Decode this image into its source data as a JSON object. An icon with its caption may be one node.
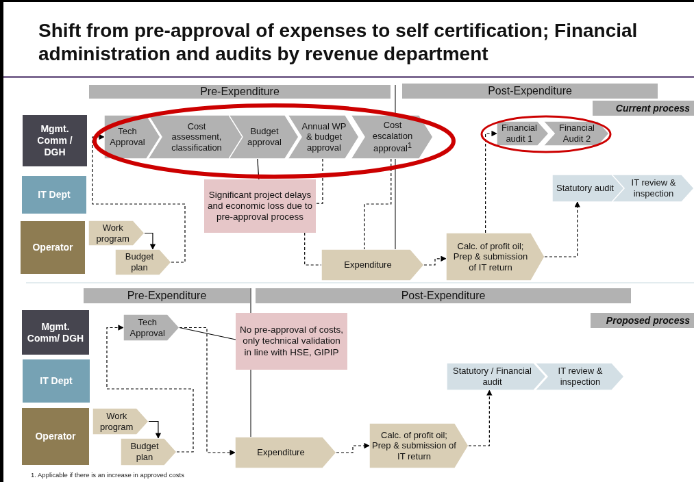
{
  "diagram": {
    "title": "Shift from pre-approval of expenses to self certification; Financial administration and audits by revenue department",
    "nodes": [
      {
        "text": [
          "Pre-Expenditure"
        ]
      },
      {
        "text": [
          "Post-Expenditure"
        ]
      },
      {
        "text": [
          "Current process"
        ]
      },
      {
        "text": [
          "Mgmt. Comm / DGH"
        ]
      },
      {
        "text": [
          "IT Dept"
        ]
      },
      {
        "text": [
          "Operator"
        ]
      },
      {
        "text": [
          "Tech Approval"
        ]
      },
      {
        "text": [
          "Cost assessment, classification"
        ]
      },
      {
        "text": [
          "Budget approval"
        ]
      },
      {
        "text": [
          "Annual WP & budget approval"
        ]
      },
      {
        "text": [
          "Cost escalation approval$^{1}$"
        ]
      },
      {
        "text": [
          "Financial audit 1"
        ]
      },
      {
        "text": [
          "Financial Audit 2"
        ]
      },
      {
        "text": [
          "Significant  project delays and economic loss due to pre-approval process"
        ]
      },
      {
        "text": [
          "Statutory audit"
        ]
      },
      {
        "text": [
          "IT review & inspection"
        ]
      },
      {
        "text": [
          "Work program"
        ]
      },
      {
        "text": [
          "Budget plan"
        ]
      },
      {
        "text": [
          "Expenditure"
        ]
      },
      {
        "text": [
          "Calc.  of profit oil; Prep & submission of IT return"
        ]
      },
      {
        "text": [
          "Pre-Expenditure"
        ]
      },
      {
        "text": [
          "Post-Expenditure"
        ]
      },
      {
        "text": [
          "Proposed process"
        ]
      },
      {
        "text": [
          "Mgmt. Comm/ DGH"
        ]
      },
      {
        "text": [
          "IT Dept"
        ]
      },
      {
        "text": [
          "Operator"
        ]
      },
      {
        "text": [
          "Tech Approval"
        ]
      },
      {
        "text": [
          "No pre-approval of costs, only technical validation in line with HSE, GIPIP"
        ]
      },
      {
        "text": [
          "Statutory / Financial audit"
        ]
      },
      {
        "text": [
          "IT review & inspection"
        ]
      },
      {
        "text": [
          "Work program"
        ]
      },
      {
        "text": [
          "Budget plan"
        ]
      },
      {
        "text": [
          "Expenditure"
        ]
      },
      {
        "text": [
          "Calc.  of profit oil; Prep & submission of IT return"
        ]
      }
    ],
    "edges": [
      {
        "from": 16,
        "to": 17,
        "arrow": "to"
      },
      {
        "from": 17,
        "to": 6,
        "arrow": "to",
        "style": "dashed"
      },
      {
        "from": 13,
        "to": 8,
        "arrow": "none"
      },
      {
        "from": 9,
        "to": 13,
        "arrow": "none",
        "style": "dashed"
      },
      {
        "from": 13,
        "to": 18,
        "arrow": "none",
        "style": "dashed"
      },
      {
        "from": 10,
        "to": 18,
        "arrow": "none",
        "style": "dashed"
      },
      {
        "from": 18,
        "to": 19,
        "arrow": "to",
        "style": "dashed"
      },
      {
        "from": 19,
        "to": 11,
        "arrow": "to",
        "style": "dashed"
      },
      {
        "from": 19,
        "to": 14,
        "arrow": "to",
        "style": "dashed"
      },
      {
        "from": 30,
        "to": 31,
        "arrow": "to"
      },
      {
        "from": 31,
        "to": 26,
        "arrow": "to",
        "style": "dashed"
      },
      {
        "from": 26,
        "to": 32,
        "arrow": "to",
        "style": "dashed"
      },
      {
        "from": 26,
        "to": 27,
        "arrow": "none"
      },
      {
        "from": 32,
        "to": 33,
        "arrow": "to",
        "style": "dashed"
      },
      {
        "from": 33,
        "to": 28,
        "arrow": "to",
        "style": "dashed"
      }
    ],
    "labels": [
      "1. Applicable  if there is an increase in approved costs"
    ]
  }
}
